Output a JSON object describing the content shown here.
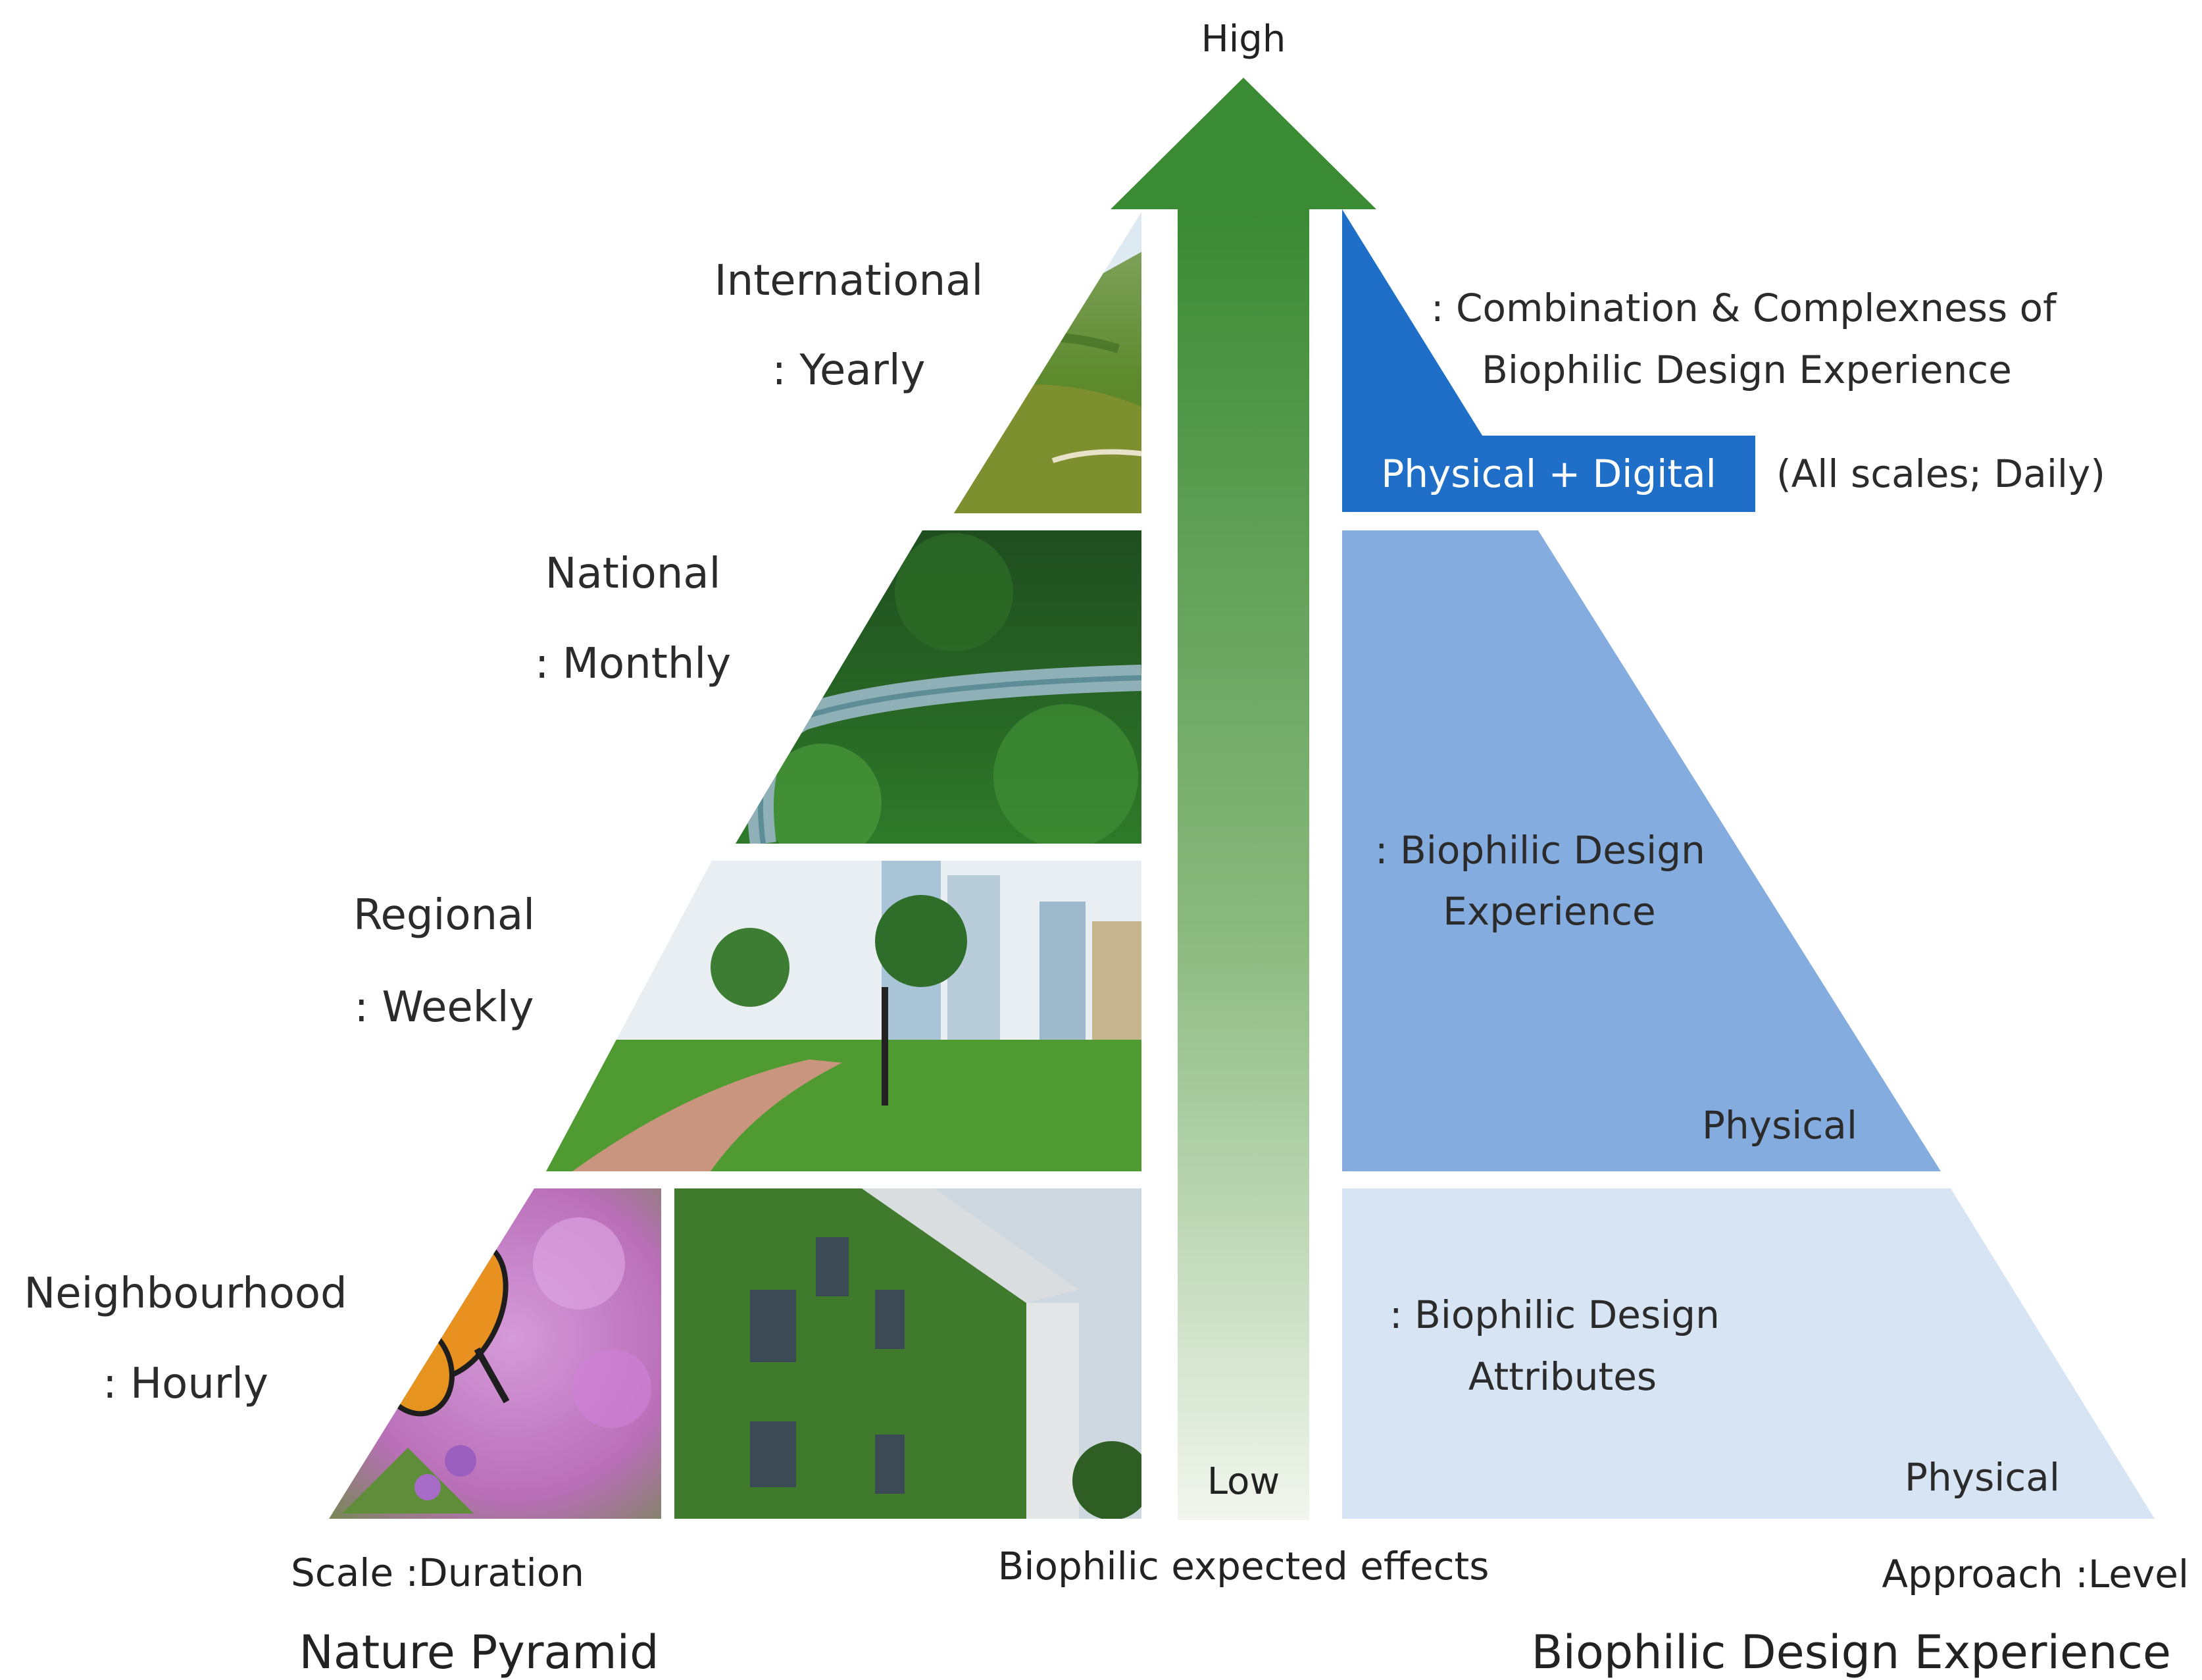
{
  "arrow": {
    "high_label": "High",
    "low_label": "Low",
    "caption": "Biophilic expected effects"
  },
  "nature_pyramid": {
    "title": "Nature Pyramid",
    "axis_caption": "Scale :Duration",
    "levels": [
      {
        "scale": "International",
        "duration": ": Yearly"
      },
      {
        "scale": "National",
        "duration": ": Monthly"
      },
      {
        "scale": "Regional",
        "duration": ": Weekly"
      },
      {
        "scale": "Neighbourhood",
        "duration": ": Hourly"
      }
    ],
    "images": [
      "mountain-landscape-image",
      "forest-walkway-image",
      "urban-park-image",
      "butterfly-image",
      "green-wall-building-image"
    ]
  },
  "biophilic_pyramid": {
    "title": "Biophilic Design Experience",
    "axis_caption": "Approach :Level",
    "top": {
      "desc_line1": ": Combination & Complexness of",
      "desc_line2": "Biophilic Design Experience",
      "bar_label": "Physical + Digital",
      "note": "(All scales; Daily)"
    },
    "middle": {
      "desc_line1": ": Biophilic Design",
      "desc_line2": "Experience",
      "tag": "Physical"
    },
    "bottom": {
      "desc_line1": ": Biophilic Design",
      "desc_line2": "Attributes",
      "tag": "Physical"
    }
  },
  "colors": {
    "arrow_green": "#3b8a34",
    "tier_top": "#1f6fc8",
    "tier_middle": "#85acde",
    "tier_bottom": "#d6e4f4"
  }
}
